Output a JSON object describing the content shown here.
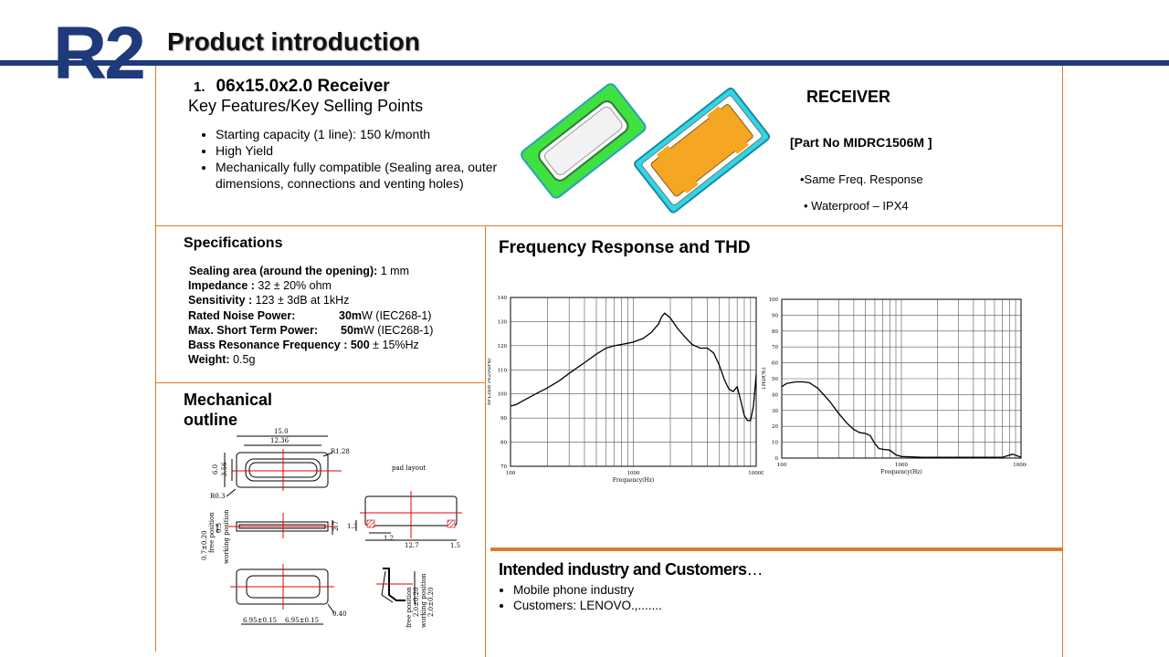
{
  "header": {
    "slide_id": "R2",
    "title": "Product introduction"
  },
  "product": {
    "number": "1.",
    "title": "06x15.0x2.0 Receiver",
    "key_features_title": "Key Features/Key Selling Points",
    "features": [
      "Starting capacity (1 line): 150  k/month",
      "High Yield",
      "Mechanically fully compatible (Sealing area, outer dimensions, connections and venting holes)"
    ]
  },
  "receiver": {
    "title": "RECEIVER",
    "part_no": "[Part No MIDRC1506M ]",
    "points": [
      "•Same Freq. Response",
      "• Waterproof – IPX4"
    ]
  },
  "specifications": {
    "title": "Specifications",
    "rows": [
      {
        "label": "Sealing area (around the opening):",
        "value": " 1 mm"
      },
      {
        "label": "Impedance :",
        "value": " 32 ± 20% ohm"
      },
      {
        "label": "Sensitivity :",
        "value": " 123 ± 3dB  at 1kHz"
      },
      {
        "label": "Rated Noise Power:",
        "value_bold": "30m",
        "value": "W (IEC268-1)"
      },
      {
        "label": "Max. Short Term Power:",
        "value_bold": "50m",
        "value": "W (IEC268-1)"
      },
      {
        "label": "Bass Resonance Frequency : 500",
        "value": " ± 15%Hz"
      },
      {
        "label": "Weight:",
        "value": " 0.5g"
      }
    ]
  },
  "mechanical": {
    "title": "Mechanical outline",
    "labels": {
      "d1": "15.0",
      "d2": "12.36",
      "r1": "R1.28",
      "d3": "6.0",
      "d4": "3.56",
      "r2": "R0.3",
      "pad": "pad layout",
      "d5": "1.3",
      "d6": "1.2",
      "d7": "12.7",
      "d8": "1.5",
      "d9": "0.7±0.20",
      "d10": "free position",
      "d11": "0.5",
      "d12": "working position",
      "d13": "2.7",
      "d14": "0.40",
      "d15": "6.95±0.15",
      "d16": "6.95±0.15",
      "d17": "free position",
      "d18": "2.0±0.20",
      "d19": "working position",
      "d20": "2.0±0.20"
    }
  },
  "frequency": {
    "title": "Frequency Response and THD"
  },
  "chart_data": [
    {
      "type": "line",
      "title": "",
      "xlabel": "Frequency(Hz)",
      "ylabel": "SPL(dB re20uPa)",
      "xscale": "log",
      "xlim": [
        100,
        10000
      ],
      "ylim": [
        70,
        140
      ],
      "xticks": [
        "100",
        "1000",
        "10000"
      ],
      "yticks": [
        "70",
        "80",
        "90",
        "100",
        "110",
        "120",
        "130",
        "140"
      ],
      "grid": true,
      "series": [
        {
          "x": [
            100,
            110,
            130,
            160,
            200,
            250,
            300,
            400,
            500,
            600,
            700,
            800,
            900,
            1000,
            1200,
            1400,
            1600,
            1700,
            1800,
            2000,
            2300,
            2700,
            3000,
            3500,
            4000,
            4500,
            5000,
            5500,
            5800,
            6000,
            6500,
            7000,
            7500,
            8000,
            8500,
            9000,
            9500,
            10000
          ],
          "y": [
            95,
            95.5,
            97.5,
            100,
            102.5,
            105.5,
            108.5,
            113,
            116.5,
            119,
            120,
            120.5,
            121,
            121.5,
            123,
            125.5,
            129,
            132,
            133.5,
            131.5,
            127,
            123,
            120.5,
            119,
            119,
            117,
            112,
            106,
            103.5,
            102,
            101,
            103,
            97,
            91,
            89,
            89,
            95,
            108
          ]
        }
      ]
    },
    {
      "type": "line",
      "title": "",
      "xlabel": "Frequency(Hz)",
      "ylabel": "THD(%)",
      "xscale": "log",
      "xlim": [
        100,
        10000
      ],
      "ylim": [
        0,
        100
      ],
      "xticks": [
        "100",
        "1000",
        "10000"
      ],
      "yticks": [
        "0",
        "10",
        "20",
        "30",
        "40",
        "50",
        "60",
        "70",
        "80",
        "90",
        "100"
      ],
      "grid": true,
      "series": [
        {
          "x": [
            100,
            110,
            130,
            150,
            170,
            200,
            250,
            300,
            350,
            400,
            450,
            500,
            550,
            600,
            650,
            700,
            800,
            900,
            1000,
            1500,
            2000,
            3000,
            5000,
            7000,
            8500,
            10000
          ],
          "y": [
            45,
            47,
            48,
            48,
            47.5,
            44,
            36,
            28,
            22,
            18,
            16,
            15.5,
            14,
            9,
            6,
            5.5,
            5,
            2,
            1,
            0.5,
            0.5,
            0.5,
            0.5,
            0.5,
            2.5,
            0.5
          ]
        }
      ]
    }
  ],
  "industry": {
    "title": "Intended industry and Customers",
    "ellipsis": "…",
    "items": [
      "Mobile phone industry",
      "Customers: LENOVO.,......."
    ]
  }
}
